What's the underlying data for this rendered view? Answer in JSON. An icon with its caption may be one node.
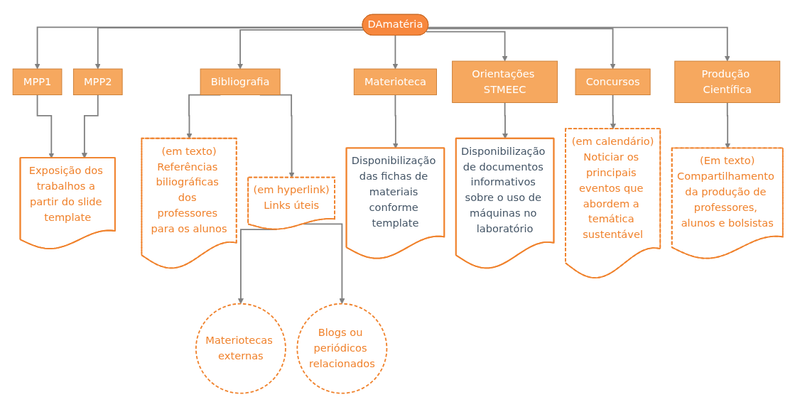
{
  "diagram": {
    "nodes": [
      {
        "text": [
          "DAmatéria"
        ]
      },
      {
        "text": [
          "MPP1"
        ]
      },
      {
        "text": [
          "MPP2"
        ]
      },
      {
        "text": [
          "Bibliografia"
        ]
      },
      {
        "text": [
          "Materioteca"
        ]
      },
      {
        "text": [
          "Orientações STMEEC"
        ]
      },
      {
        "text": [
          "Concursos"
        ]
      },
      {
        "text": [
          "Produção Científica"
        ]
      },
      {
        "text": [
          "Exposição dos trabalhos a partir do slide template"
        ]
      },
      {
        "text": [
          "(em texto)",
          "Referências biliográficas dos professores para os alunos"
        ]
      },
      {
        "text": [
          "(em hyperlink)",
          "Links úteis"
        ]
      },
      {
        "text": [
          "Disponibilização das fichas de materiais conforme template"
        ]
      },
      {
        "text": [
          "Disponibilização de documentos informativos sobre o uso de máquinas no laboratório"
        ]
      },
      {
        "text": [
          "(em calendário)",
          "Noticiar os principais eventos que abordem a temática sustentável"
        ]
      },
      {
        "text": [
          "(Em texto)",
          "Compartilhamento da produção de professores, alunos e bolsistas"
        ]
      },
      {
        "text": [
          "Materiotecas externas"
        ]
      },
      {
        "text": [
          "Blogs ou periódicos relacionados"
        ]
      }
    ],
    "edges": [
      {
        "from": 0,
        "to": 1,
        "arrow": "to"
      },
      {
        "from": 0,
        "to": 2,
        "arrow": "to"
      },
      {
        "from": 0,
        "to": 3,
        "arrow": "to"
      },
      {
        "from": 0,
        "to": 4,
        "arrow": "to"
      },
      {
        "from": 0,
        "to": 5,
        "arrow": "to"
      },
      {
        "from": 0,
        "to": 6,
        "arrow": "to"
      },
      {
        "from": 0,
        "to": 7,
        "arrow": "to"
      },
      {
        "from": 1,
        "to": 8,
        "arrow": "to"
      },
      {
        "from": 2,
        "to": 8,
        "arrow": "to"
      },
      {
        "from": 3,
        "to": 9,
        "arrow": "to"
      },
      {
        "from": 3,
        "to": 10,
        "arrow": "to"
      },
      {
        "from": 4,
        "to": 11,
        "arrow": "to"
      },
      {
        "from": 5,
        "to": 12,
        "arrow": "to"
      },
      {
        "from": 6,
        "to": 13,
        "arrow": "to"
      },
      {
        "from": 7,
        "to": 14,
        "arrow": "to"
      },
      {
        "from": 10,
        "to": 15,
        "arrow": "to"
      },
      {
        "from": 10,
        "to": 16,
        "arrow": "to"
      }
    ]
  }
}
